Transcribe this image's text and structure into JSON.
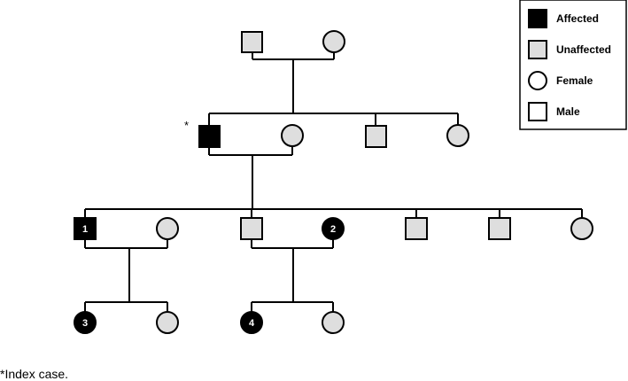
{
  "legend": {
    "affected": "Affected",
    "unaffected": "Unaffected",
    "female": "Female",
    "male": "Male"
  },
  "index_marker": "*",
  "footnote": "*Index case.",
  "pedigree": {
    "generation_1": [
      {
        "sex": "male",
        "status": "unaffected"
      },
      {
        "sex": "female",
        "status": "unaffected"
      }
    ],
    "generation_2": [
      {
        "sex": "male",
        "status": "affected",
        "index_case": true
      },
      {
        "sex": "female",
        "status": "unaffected"
      },
      {
        "sex": "male",
        "status": "unaffected"
      },
      {
        "sex": "female",
        "status": "unaffected"
      }
    ],
    "generation_3": [
      {
        "sex": "male",
        "status": "affected",
        "label": "1"
      },
      {
        "sex": "female",
        "status": "unaffected"
      },
      {
        "sex": "male",
        "status": "unaffected"
      },
      {
        "sex": "female",
        "status": "affected",
        "label": "2"
      },
      {
        "sex": "male",
        "status": "unaffected"
      },
      {
        "sex": "male",
        "status": "unaffected"
      },
      {
        "sex": "female",
        "status": "unaffected"
      }
    ],
    "generation_4": [
      {
        "sex": "female",
        "status": "affected",
        "label": "3"
      },
      {
        "sex": "female",
        "status": "unaffected"
      },
      {
        "sex": "female",
        "status": "affected",
        "label": "4"
      },
      {
        "sex": "female",
        "status": "unaffected"
      }
    ]
  }
}
